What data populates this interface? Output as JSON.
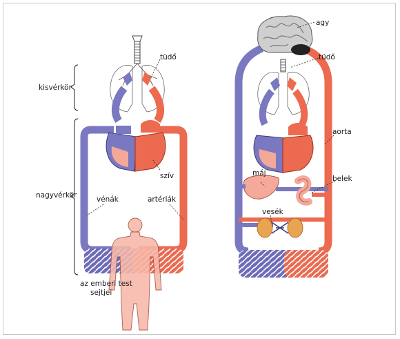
{
  "labels": {
    "kisverkor": "kisvérkör",
    "nagyverkor": "nagyvérkör",
    "tudo_left": "tüdő",
    "sziv": "szív",
    "venak": "vénák",
    "arteriak": "artériák",
    "test_line1": "az emberi test",
    "test_line2": "sejtjei",
    "agy": "agy",
    "tudo_right": "tüdő",
    "aorta": "aorta",
    "maj": "máj",
    "belek": "belek",
    "vesek": "vesék"
  },
  "colors": {
    "vein": "#7a78c0",
    "vein_dark": "#3b3a7a",
    "artery": "#ec6a4f",
    "artery_dark": "#9a2e1d",
    "heart_light": "#f3a89a",
    "body": "#f7b8a8",
    "lung_outline": "#555555",
    "kidney": "#e9a451",
    "liver": "#f5a99a",
    "brain": "#cfcfcf"
  },
  "icons": [
    "trachea-icon",
    "lungs-icon",
    "heart-icon",
    "body-silhouette-icon",
    "brain-icon",
    "liver-icon",
    "intestine-icon",
    "kidneys-icon"
  ]
}
